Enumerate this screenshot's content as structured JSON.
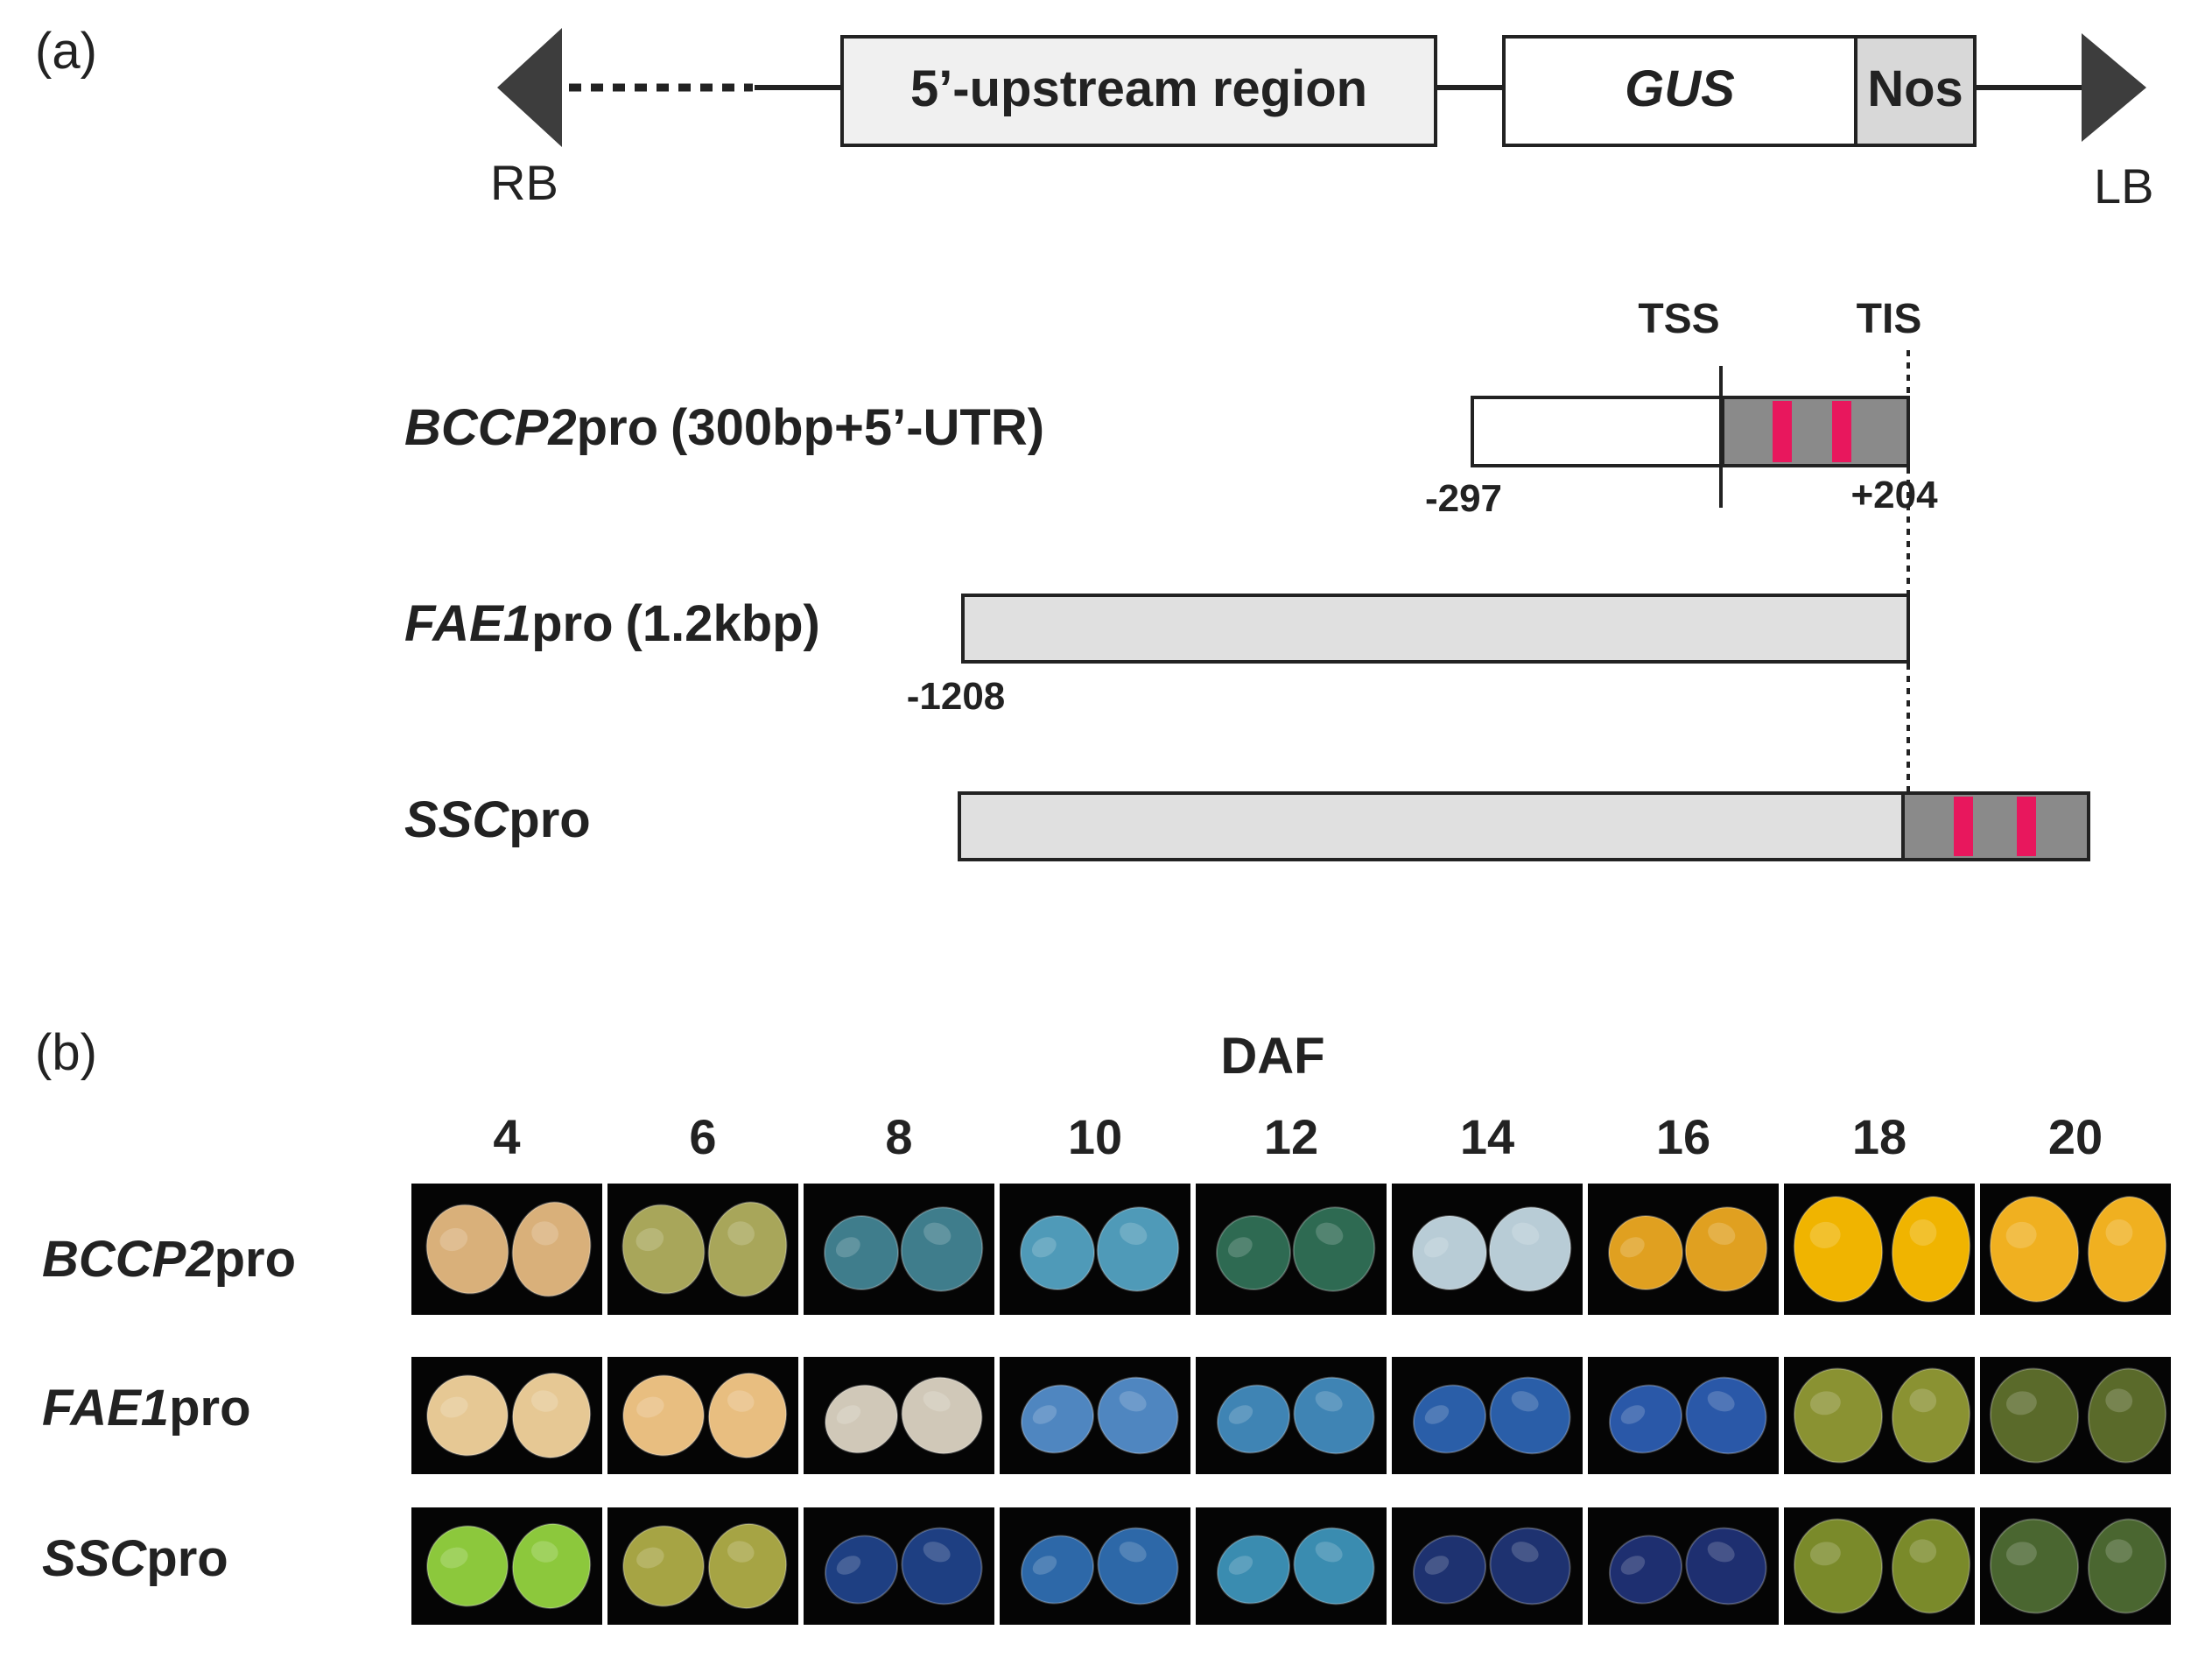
{
  "panel_a": {
    "label": "(a)",
    "construct": {
      "rb_label": "RB",
      "lb_label": "LB",
      "upstream_label": "5’-upstream region",
      "gus_label": "GUS",
      "nos_label": "Nos"
    },
    "markers": {
      "tss_label": "TSS",
      "tis_label": "TIS"
    },
    "promoters": [
      {
        "name_italic": "BCCP2",
        "name_suffix": "pro",
        "detail": "(300bp+5’-UTR)",
        "start_label": "-297",
        "end_label": "+204",
        "has_utr": true,
        "pink_marks": 2
      },
      {
        "name_italic": "FAE1",
        "name_suffix": "pro",
        "detail": "(1.2kbp)",
        "start_label": "-1208",
        "end_label": "",
        "has_utr": false,
        "pink_marks": 0
      },
      {
        "name_italic": "SSC",
        "name_suffix": "pro",
        "detail": "",
        "start_label": "",
        "end_label": "",
        "has_utr": true,
        "pink_marks": 2
      }
    ],
    "colors": {
      "arrow_fill": "#3d3d3d",
      "upstream_fill": "#f0f0f0",
      "nos_fill": "#d8d8d8",
      "promoter_fill": "#e0e0e0",
      "utr_fill": "#8a8a8a",
      "pink_mark": "#e8175d"
    }
  },
  "panel_b": {
    "label": "(b)",
    "axis_title": "DAF",
    "days": [
      "4",
      "6",
      "8",
      "10",
      "12",
      "14",
      "16",
      "18",
      "20"
    ],
    "rows": [
      {
        "name_italic": "BCCP2",
        "name_suffix": "pro",
        "seed_colors": [
          "#d9b07a",
          "#a8a65a",
          "#3f7d8c",
          "#4f9ab8",
          "#2e6a52",
          "#b8ccd6",
          "#e0a020",
          "#f0b400",
          "#f0b020"
        ]
      },
      {
        "name_italic": "FAE1",
        "name_suffix": "pro",
        "seed_colors": [
          "#e6c894",
          "#e8be80",
          "#d0c8b8",
          "#4f86c0",
          "#3f84b4",
          "#2a5ea8",
          "#2a58a8",
          "#8a9232",
          "#5a6a2a"
        ]
      },
      {
        "name_italic": "SSC",
        "name_suffix": "pro",
        "seed_colors": [
          "#8cc83c",
          "#a6a444",
          "#1e3f82",
          "#2d68a8",
          "#3a8cb0",
          "#1e3270",
          "#1e2f70",
          "#7a8a2a",
          "#4a6630"
        ]
      }
    ]
  }
}
